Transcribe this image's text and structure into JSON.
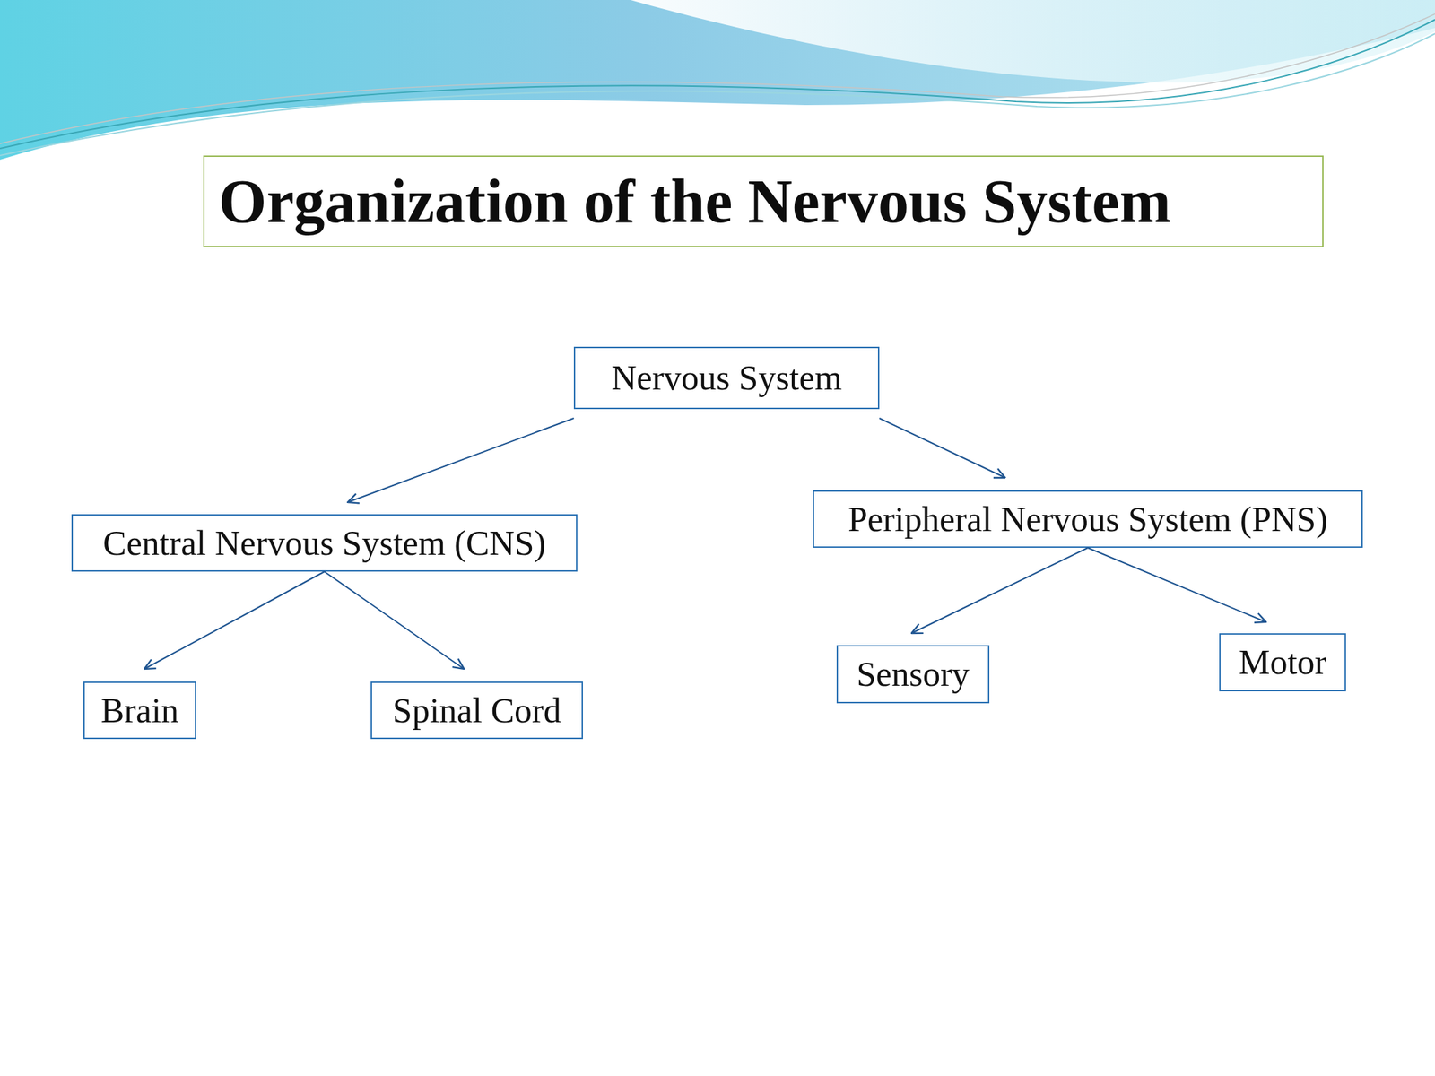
{
  "diagram": {
    "title": "Organization of the Nervous System",
    "nodes": [
      {
        "text": [
          "Nervous System"
        ]
      },
      {
        "text": [
          "Central Nervous System (CNS)"
        ]
      },
      {
        "text": [
          "Peripheral Nervous System (PNS)"
        ]
      },
      {
        "text": [
          "Brain"
        ]
      },
      {
        "text": [
          "Spinal Cord"
        ]
      },
      {
        "text": [
          "Sensory"
        ]
      },
      {
        "text": [
          "Motor"
        ]
      }
    ],
    "edges": [
      {
        "from": 0,
        "to": 1,
        "arrow": "to"
      },
      {
        "from": 0,
        "to": 2,
        "arrow": "to"
      },
      {
        "from": 1,
        "to": 3,
        "arrow": "to"
      },
      {
        "from": 1,
        "to": 4,
        "arrow": "to"
      },
      {
        "from": 2,
        "to": 5,
        "arrow": "to"
      },
      {
        "from": 2,
        "to": 6,
        "arrow": "to"
      }
    ]
  }
}
